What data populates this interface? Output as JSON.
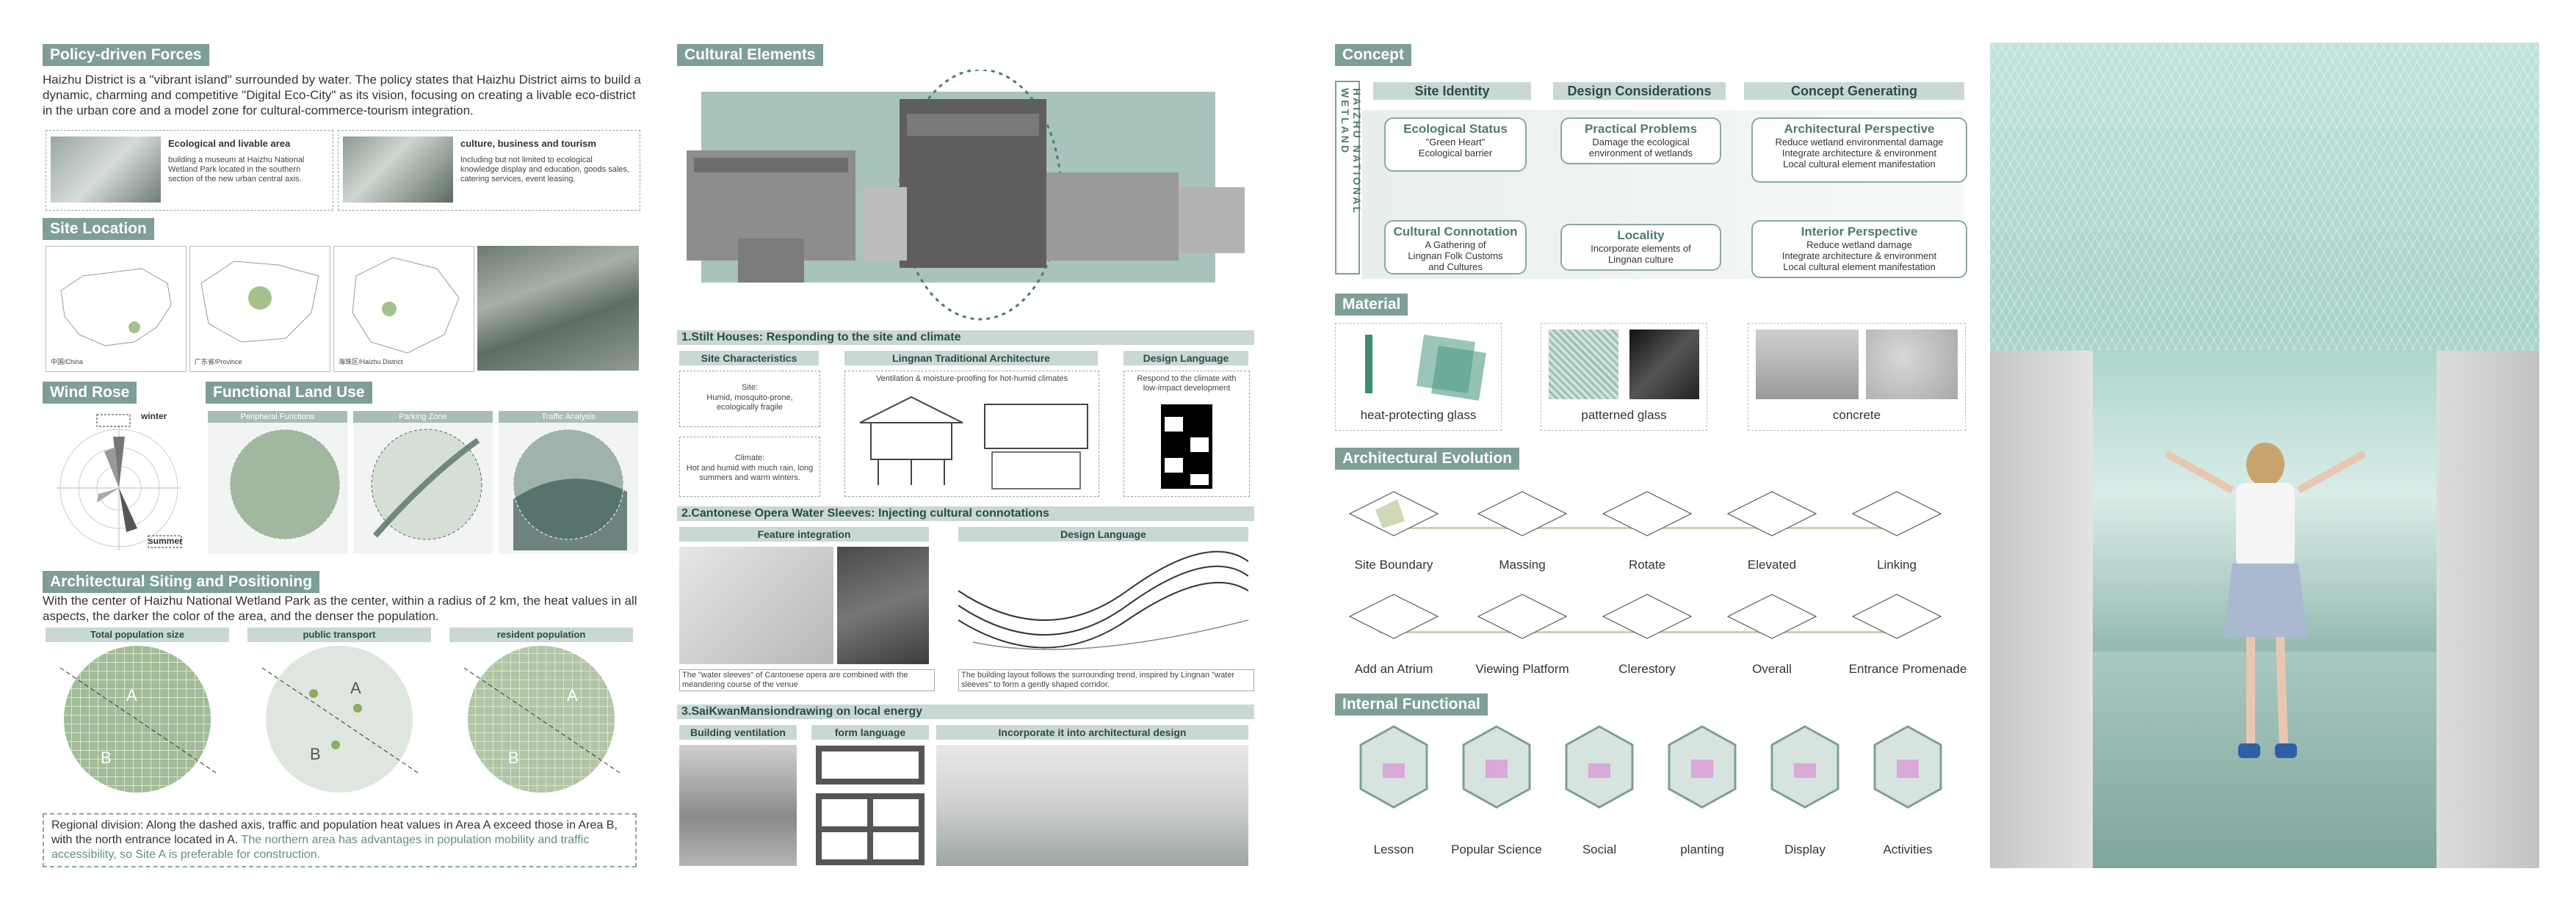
{
  "left": {
    "policy": {
      "title": "Policy-driven Forces",
      "text": "Haizhu District is a \"vibrant island\" surrounded by water. The policy states that Haizhu District aims to build a dynamic, charming and competitive \"Digital Eco-City\" as its vision, focusing on creating a livable eco-district in the urban core and a model zone for cultural-commerce-tourism integration.",
      "card1_title": "Ecological and livable area",
      "card1_text": "building a museum at Haizhu National Wetland Park located in the southern section of the new urban central axis.",
      "card2_title": "culture, business and tourism",
      "card2_text": "Including but not limited to ecological knowledge display and education, goods sales, catering services, event leasing."
    },
    "site": {
      "title": "Site Location",
      "map1": "中国/China",
      "map2": "广东省/Province",
      "map3": "海珠区/Haizhu District"
    },
    "wind": {
      "title": "Wind Rose",
      "winter": "winter",
      "summer": "summer"
    },
    "landuse": {
      "title": "Functional Land Use",
      "tabs": [
        "Peripheral Functions",
        "Parking Zone",
        "Traffic Analysis"
      ]
    },
    "siting": {
      "title": "Architectural Siting and Positioning",
      "text": "With the center of Haizhu National Wetland Park as the center, within a radius of 2 km, the heat values in all aspects, the darker the color of the area, and the denser the population.",
      "maps": [
        "Total population size",
        "public transport",
        "resident population"
      ],
      "label_a": "A",
      "label_b": "B",
      "note_plain": "Regional division: Along the dashed axis, traffic and population heat values in Area A exceed those in Area B, with the north entrance located in A.",
      "note_highlight": "The northern area has advantages in population mobility and traffic accessibility, so Site A is preferable for construction."
    }
  },
  "middle": {
    "cultural": {
      "title": "Cultural Elements"
    },
    "stilt": {
      "title": "1.Stilt Houses: Responding to the site and climate",
      "col1": "Site Characteristics",
      "col2": "Lingnan Traditional Architecture",
      "col3": "Design Language",
      "site_box1_head": "Site:",
      "site_box1": "Humid, mosquito-prone, ecologically fragile",
      "site_box2_head": "Climate:",
      "site_box2": "Hot and humid with much rain, long summers and warm winters.",
      "arch_caption": "Ventilation & moisture-proofing for hot-humid climates",
      "design_caption": "Respond to the climate with low-impact development"
    },
    "opera": {
      "title": "2.Cantonese Opera Water Sleeves: Injecting cultural connotations",
      "col1": "Feature integration",
      "col2": "Design Language",
      "caption1": "The \"water sleeves\" of Cantonese opera are combined with the meandering course of the venue",
      "caption2": "The building layout follows the surrounding trend, inspired by Lingnan \"water sleeves\" to form a gently shaped corridor."
    },
    "saikwan": {
      "title": "3.SaiKwanMansiondrawing on local energy",
      "col1": "Building ventilation",
      "col2": "form language",
      "col3": "Incorporate it into architectural design"
    }
  },
  "right": {
    "concept": {
      "title": "Concept",
      "vertical": "HAIZHU NATIONAL WETLAND",
      "cols": [
        "Site Identity",
        "Design Considerations",
        "Concept Generating"
      ],
      "boxes": [
        {
          "t": "Ecological Status",
          "d": "\"Green Heart\"\nEcological barrier"
        },
        {
          "t": "Practical Problems",
          "d": "Damage the ecological\nenvironment of wetlands"
        },
        {
          "t": "Architectural Perspective",
          "d": "Reduce wetland environmental damage\nIntegrate architecture & environment\nLocal cultural element manifestation"
        },
        {
          "t": "Cultural Connotation",
          "d": "A Gathering of\nLingnan Folk Customs\nand Cultures"
        },
        {
          "t": "Locality",
          "d": "Incorporate elements of\nLingnan culture"
        },
        {
          "t": "Interior Perspective",
          "d": "Reduce wetland damage\nIntegrate architecture & environment\nLocal cultural element manifestation"
        }
      ]
    },
    "material": {
      "title": "Material",
      "items": [
        "heat-protecting glass",
        "patterned glass",
        "concrete"
      ]
    },
    "evolution": {
      "title": "Architectural Evolution",
      "row1": [
        "Site Boundary",
        "Massing",
        "Rotate",
        "Elevated",
        "Linking"
      ],
      "row2": [
        "Add an Atrium",
        "Viewing Platform",
        "Clerestory",
        "Overall",
        "Entrance Promenade"
      ]
    },
    "internal": {
      "title": "Internal Functional",
      "items": [
        "Lesson",
        "Popular Science",
        "Social",
        "planting",
        "Display",
        "Activities"
      ]
    }
  },
  "colors": {
    "accent": "#7e9e98",
    "light": "#c9d8d5",
    "text": "#333333",
    "highlight": "#5f8f86"
  }
}
